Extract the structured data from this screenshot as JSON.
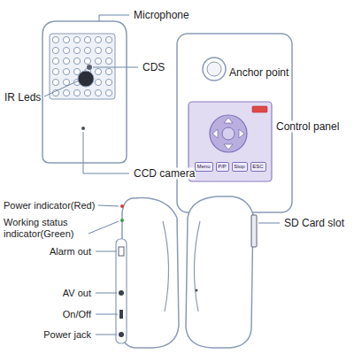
{
  "diagram": {
    "nodes": [
      {
        "text": [
          "Menu"
        ]
      },
      {
        "text": [
          "P/P"
        ]
      },
      {
        "text": [
          "Stop"
        ]
      },
      {
        "text": [
          "ESC"
        ]
      }
    ],
    "labels": [
      "Microphone",
      "CDS",
      "IR Leds",
      "CCD camera",
      "Anchor point",
      "Control panel",
      "Power indicator(Red)",
      "Working status indicator(Green)",
      "Alarm out",
      "AV out",
      "On/Off",
      "Power jack",
      "SD Card slot"
    ]
  }
}
